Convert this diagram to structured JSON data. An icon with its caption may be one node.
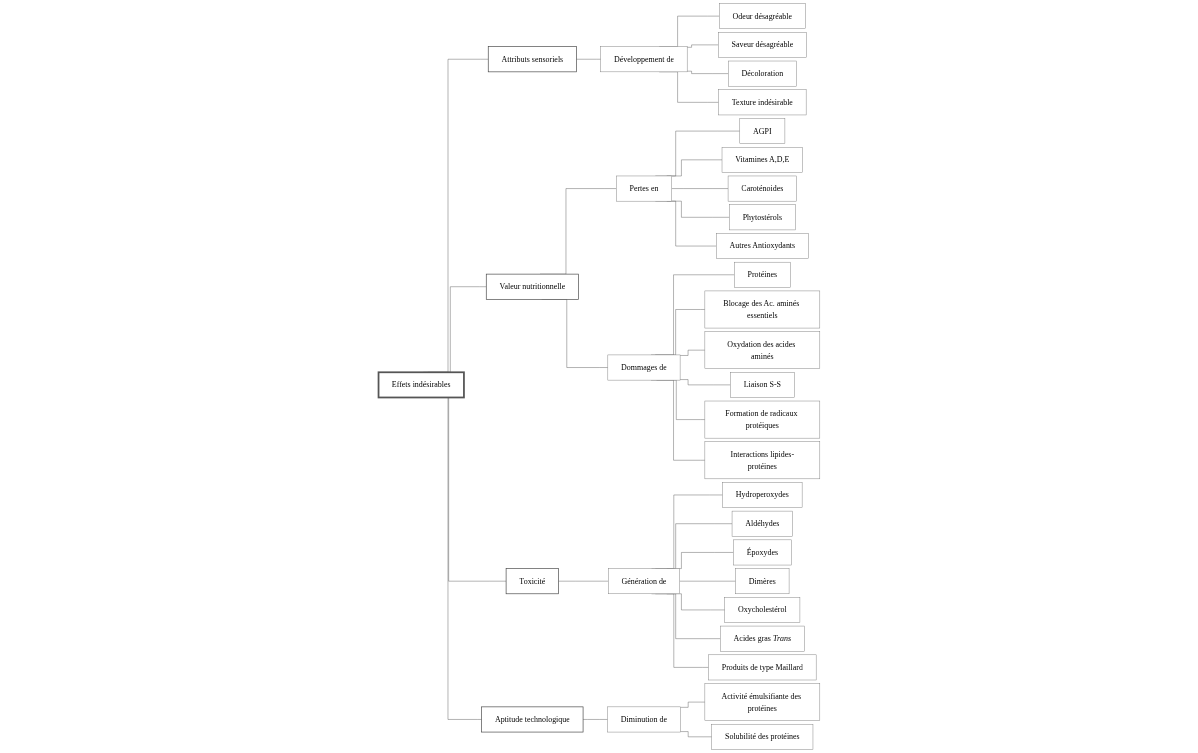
{
  "diagram": {
    "nodes": [
      {
        "text": [
          "Effets indésirables"
        ]
      },
      {
        "text": [
          "Attributs sensoriels"
        ]
      },
      {
        "text": [
          "Valeur nutritionnelle"
        ]
      },
      {
        "text": [
          "Toxicité"
        ]
      },
      {
        "text": [
          "Aptitude technologique"
        ]
      },
      {
        "text": [
          "Développement de"
        ]
      },
      {
        "text": [
          "Pertes en"
        ]
      },
      {
        "text": [
          "Dommages de"
        ]
      },
      {
        "text": [
          "Génération de"
        ]
      },
      {
        "text": [
          "Diminution de"
        ]
      },
      {
        "text": [
          "Odeur désagréable"
        ]
      },
      {
        "text": [
          "Saveur désagréable"
        ]
      },
      {
        "text": [
          "Décoloration"
        ]
      },
      {
        "text": [
          "Texture indésirable"
        ]
      },
      {
        "text": [
          "AGPI"
        ]
      },
      {
        "text": [
          "Vitamines A,D,E"
        ]
      },
      {
        "text": [
          "Caroténoides"
        ]
      },
      {
        "text": [
          "Phytostérols"
        ]
      },
      {
        "text": [
          "Autres Antioxydants"
        ]
      },
      {
        "text": [
          "Protéines"
        ]
      },
      {
        "text": [
          "Blocage des Ac. aminés essentiels"
        ]
      },
      {
        "text": [
          "Oxydation des acides aminés"
        ]
      },
      {
        "text": [
          "Liaison S-S"
        ]
      },
      {
        "text": [
          "Formation de radicaux protéiques"
        ]
      },
      {
        "text": [
          "Interactions lipides-protéines"
        ]
      },
      {
        "text": [
          "Hydroperoxydes"
        ]
      },
      {
        "text": [
          "Aldéhydes"
        ]
      },
      {
        "text": [
          "Époxydes"
        ]
      },
      {
        "text": [
          "Dimères"
        ]
      },
      {
        "text": [
          "Oxycholestérol"
        ]
      },
      {
        "text": [
          "Acides gras *Trans*"
        ]
      },
      {
        "text": [
          "Produits de type Maillard"
        ]
      },
      {
        "text": [
          "Activité émulsifiante des protéines"
        ]
      },
      {
        "text": [
          "Solubilité des protéines"
        ]
      }
    ],
    "edges": [
      {
        "from": 0,
        "to": 1,
        "arrow": "none"
      },
      {
        "from": 0,
        "to": 2,
        "arrow": "none"
      },
      {
        "from": 0,
        "to": 3,
        "arrow": "none"
      },
      {
        "from": 0,
        "to": 4,
        "arrow": "none"
      },
      {
        "from": 1,
        "to": 5,
        "arrow": "none"
      },
      {
        "from": 2,
        "to": 6,
        "arrow": "none"
      },
      {
        "from": 2,
        "to": 7,
        "arrow": "none"
      },
      {
        "from": 3,
        "to": 8,
        "arrow": "none"
      },
      {
        "from": 4,
        "to": 9,
        "arrow": "none"
      },
      {
        "from": 5,
        "to": 10,
        "arrow": "none"
      },
      {
        "from": 5,
        "to": 11,
        "arrow": "none"
      },
      {
        "from": 5,
        "to": 12,
        "arrow": "none"
      },
      {
        "from": 5,
        "to": 13,
        "arrow": "none"
      },
      {
        "from": 6,
        "to": 14,
        "arrow": "none"
      },
      {
        "from": 6,
        "to": 15,
        "arrow": "none"
      },
      {
        "from": 6,
        "to": 16,
        "arrow": "none"
      },
      {
        "from": 6,
        "to": 17,
        "arrow": "none"
      },
      {
        "from": 6,
        "to": 18,
        "arrow": "none"
      },
      {
        "from": 7,
        "to": 19,
        "arrow": "none"
      },
      {
        "from": 7,
        "to": 20,
        "arrow": "none"
      },
      {
        "from": 7,
        "to": 21,
        "arrow": "none"
      },
      {
        "from": 7,
        "to": 22,
        "arrow": "none"
      },
      {
        "from": 7,
        "to": 23,
        "arrow": "none"
      },
      {
        "from": 7,
        "to": 24,
        "arrow": "none"
      },
      {
        "from": 8,
        "to": 25,
        "arrow": "none"
      },
      {
        "from": 8,
        "to": 26,
        "arrow": "none"
      },
      {
        "from": 8,
        "to": 27,
        "arrow": "none"
      },
      {
        "from": 8,
        "to": 28,
        "arrow": "none"
      },
      {
        "from": 8,
        "to": 29,
        "arrow": "none"
      },
      {
        "from": 8,
        "to": 30,
        "arrow": "none"
      },
      {
        "from": 8,
        "to": 31,
        "arrow": "none"
      },
      {
        "from": 9,
        "to": 32,
        "arrow": "none"
      },
      {
        "from": 9,
        "to": 33,
        "arrow": "none"
      }
    ]
  }
}
